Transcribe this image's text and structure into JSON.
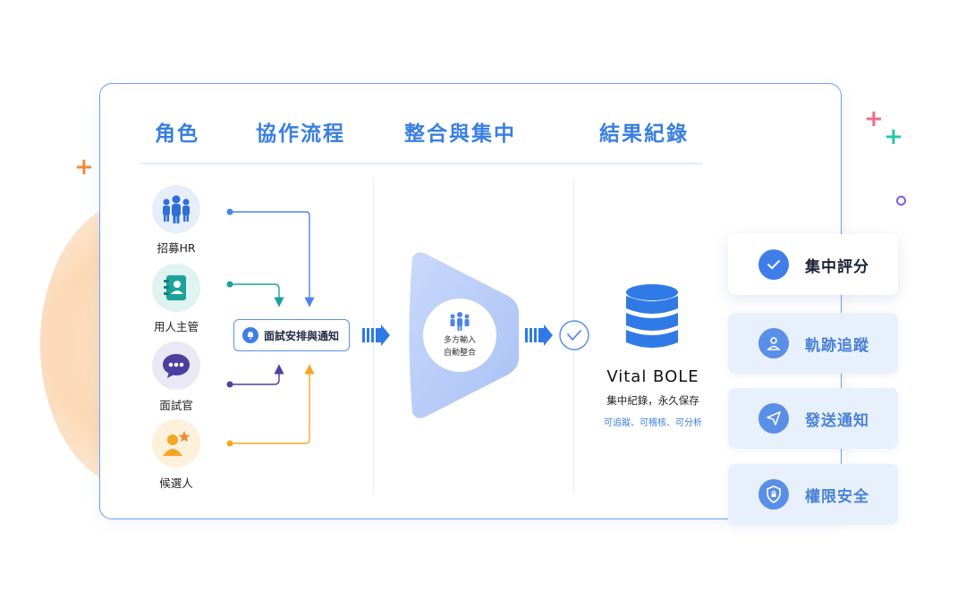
{
  "headers": [
    "角色",
    "協作流程",
    "整合與集中",
    "結果紀錄"
  ],
  "roles": [
    {
      "label": "招募HR",
      "icon": "team-icon"
    },
    {
      "label": "用人主管",
      "icon": "contact-book-icon"
    },
    {
      "label": "面試官",
      "icon": "chat-bubble-icon"
    },
    {
      "label": "候選人",
      "icon": "person-star-icon"
    }
  ],
  "flow": {
    "notify_label": "面試安排與通知"
  },
  "funnel": {
    "line1": "多方輸入",
    "line2": "自動整合"
  },
  "result": {
    "title": "Vital BOLE",
    "subtitle": "集中紀錄，永久保存",
    "note": "可追蹤、可稽核、可分析"
  },
  "features": [
    {
      "label": "集中評分",
      "icon": "check-icon",
      "state": "active"
    },
    {
      "label": "軌跡追蹤",
      "icon": "location-person-icon",
      "state": "muted"
    },
    {
      "label": "發送通知",
      "icon": "paper-plane-icon",
      "state": "muted"
    },
    {
      "label": "權限安全",
      "icon": "shield-lock-icon",
      "state": "muted"
    }
  ],
  "colors": {
    "accent": "#3a7fe0",
    "hr": "#2f6fd6",
    "manager": "#1aa39a",
    "interviewer": "#4b3fa0",
    "candidate": "#f5a623",
    "orange_plus": "#f08a3c",
    "pink_plus": "#ef6b8a",
    "teal_plus": "#2fc4b2",
    "purple_dot": "#7b5fe0"
  }
}
